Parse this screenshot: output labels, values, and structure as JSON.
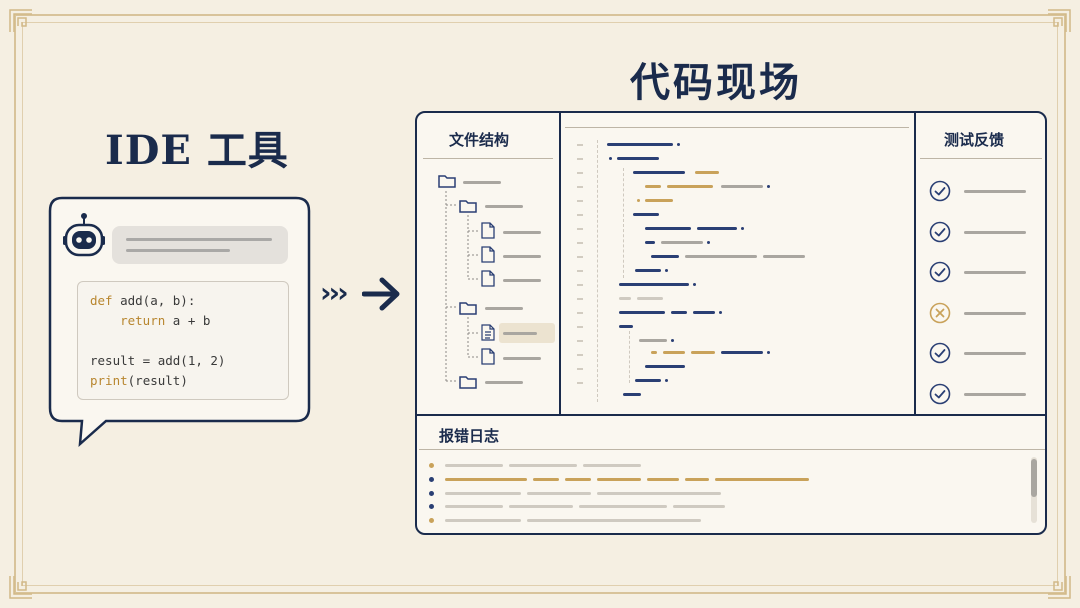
{
  "left_title": "IDE 工具",
  "right_title": "代码现场",
  "assistant": {
    "avatar_icon": "robot-icon",
    "code_lines": [
      {
        "kw": "def",
        "rest": " add(a, b):"
      },
      {
        "kw": "    return",
        "rest": " a + b"
      },
      {
        "kw": "",
        "rest": ""
      },
      {
        "kw": "",
        "rest": "result = add(1, 2)"
      },
      {
        "kw": "print",
        "rest": "(result)"
      }
    ]
  },
  "ide": {
    "file_tree_title": "文件结构",
    "test_title": "测试反馈",
    "log_title": "报错日志",
    "test_results": [
      "pass",
      "pass",
      "pass",
      "fail",
      "pass",
      "pass"
    ]
  },
  "colors": {
    "navy": "#1a2b4c",
    "gold": "#c9a25a",
    "background": "#f5efe2"
  }
}
